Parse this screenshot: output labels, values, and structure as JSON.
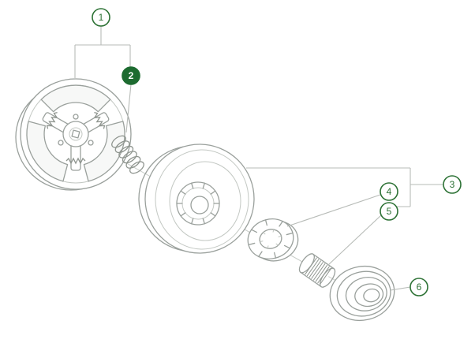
{
  "diagram": {
    "type": "exploded-parts-diagram",
    "background": "#ffffff",
    "colors": {
      "accent_green": "#2d7235",
      "callout_filled": "#1d6b30",
      "leader_line": "#b7bbb7",
      "part_line": "#9aa09c"
    },
    "callouts": [
      {
        "label": "1",
        "style": "outline",
        "part": "clutch-assembly"
      },
      {
        "label": "2",
        "style": "filled",
        "part": "clutch-spring"
      },
      {
        "label": "3",
        "style": "outline",
        "part": "clutch-drum"
      },
      {
        "label": "4",
        "style": "outline",
        "part": "rim-sprocket"
      },
      {
        "label": "5",
        "style": "outline",
        "part": "needle-bearing"
      },
      {
        "label": "6",
        "style": "outline",
        "part": "cover-cup"
      }
    ]
  }
}
